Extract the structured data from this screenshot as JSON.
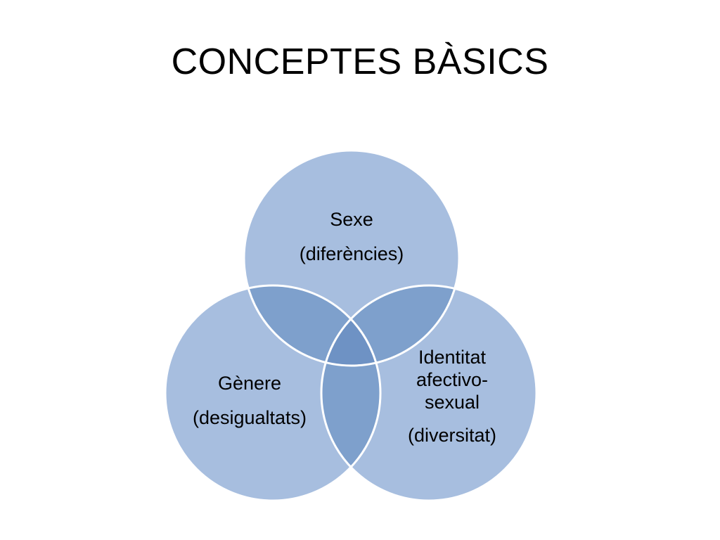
{
  "slide": {
    "title": "CONCEPTES BÀSICS"
  },
  "diagram": {
    "type": "venn",
    "circles": [
      {
        "name": "Sexe",
        "detail": "(diferències)"
      },
      {
        "name": "Gènere",
        "detail": "(desigualtats)"
      },
      {
        "name_lines": [
          "Identitat",
          "afectivo-",
          "sexual"
        ],
        "detail": "(diversitat)"
      }
    ],
    "colors": {
      "circle_fill": "#a7bedf",
      "pair_overlap_fill": "#7ea0cc",
      "center_overlap_fill": "#6e92c4",
      "circle_outline": "#ffffff",
      "text": "#000000"
    }
  }
}
